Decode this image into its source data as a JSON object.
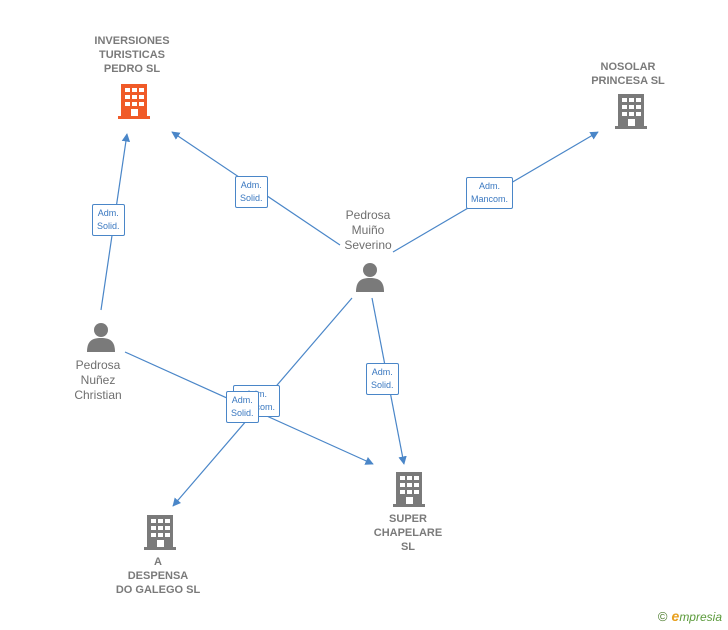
{
  "colors": {
    "edge": "#4a86c8",
    "company": "#7a7a7a",
    "company_highlight": "#f05a28",
    "person": "#7a7a7a"
  },
  "nodes": {
    "inversiones": {
      "label": "INVERSIONES\nTURISTICAS\nPEDRO  SL",
      "icon": "building-icon"
    },
    "nosolar": {
      "label": "NOSOLAR\nPRINCESA  SL",
      "icon": "building-icon"
    },
    "severino": {
      "label": "Pedrosa\nMuiño\nSeverino",
      "icon": "person-icon"
    },
    "christian": {
      "label": "Pedrosa\nNuñez\nChristian",
      "icon": "person-icon"
    },
    "super": {
      "label": "SUPER\nCHAPELARE\nSL",
      "icon": "building-icon"
    },
    "despensa": {
      "label": "A\nDESPENSA\nDO GALEGO SL",
      "icon": "building-icon"
    }
  },
  "edges": {
    "christian_inversiones": "Adm.\nSolid.",
    "severino_inversiones": "Adm.\nSolid.",
    "severino_nosolar": "Adm.\nMancom.",
    "severino_super": "Adm.\nSolid.",
    "christian_super": "Adm.\nMancom.",
    "severino_despensa": "Adm.\nSolid."
  },
  "brand": {
    "copyright": "©",
    "name_initial": "e",
    "name_rest": "mpresia"
  }
}
